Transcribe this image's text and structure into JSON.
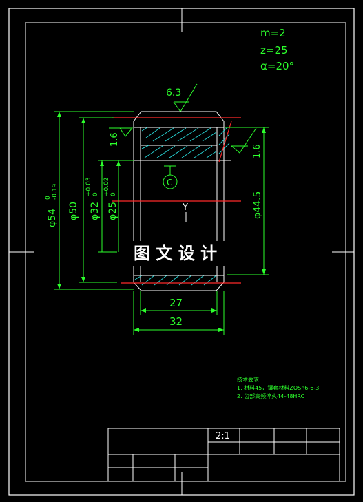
{
  "params": {
    "module": "m=2",
    "teeth": "z=25",
    "pressure_angle": "α=20°"
  },
  "roughness": {
    "top": "6.3",
    "left": "1.6",
    "right": "1.6"
  },
  "datum": {
    "c": "C",
    "axis": "Y"
  },
  "dims": {
    "d_tip_base": "φ54",
    "d_tip_upper": "0",
    "d_tip_lower": "-0.19",
    "d50": "φ50",
    "d32_base": "φ32",
    "d32_upper": "+0.03",
    "d32_lower": "0",
    "d25_base": "φ25",
    "d25_upper": "+0.02",
    "d25_lower": "0",
    "d44": "φ44.5",
    "w27": "27",
    "w32": "32"
  },
  "watermark": "图 文 设 计",
  "notes": {
    "title": "技术要求",
    "line1": "1. 材料45，镶套材料ZQSn6-6-3",
    "line2": "2. 齿部高频淬火44-48HRC"
  },
  "title_block": {
    "scale": "2:1"
  }
}
